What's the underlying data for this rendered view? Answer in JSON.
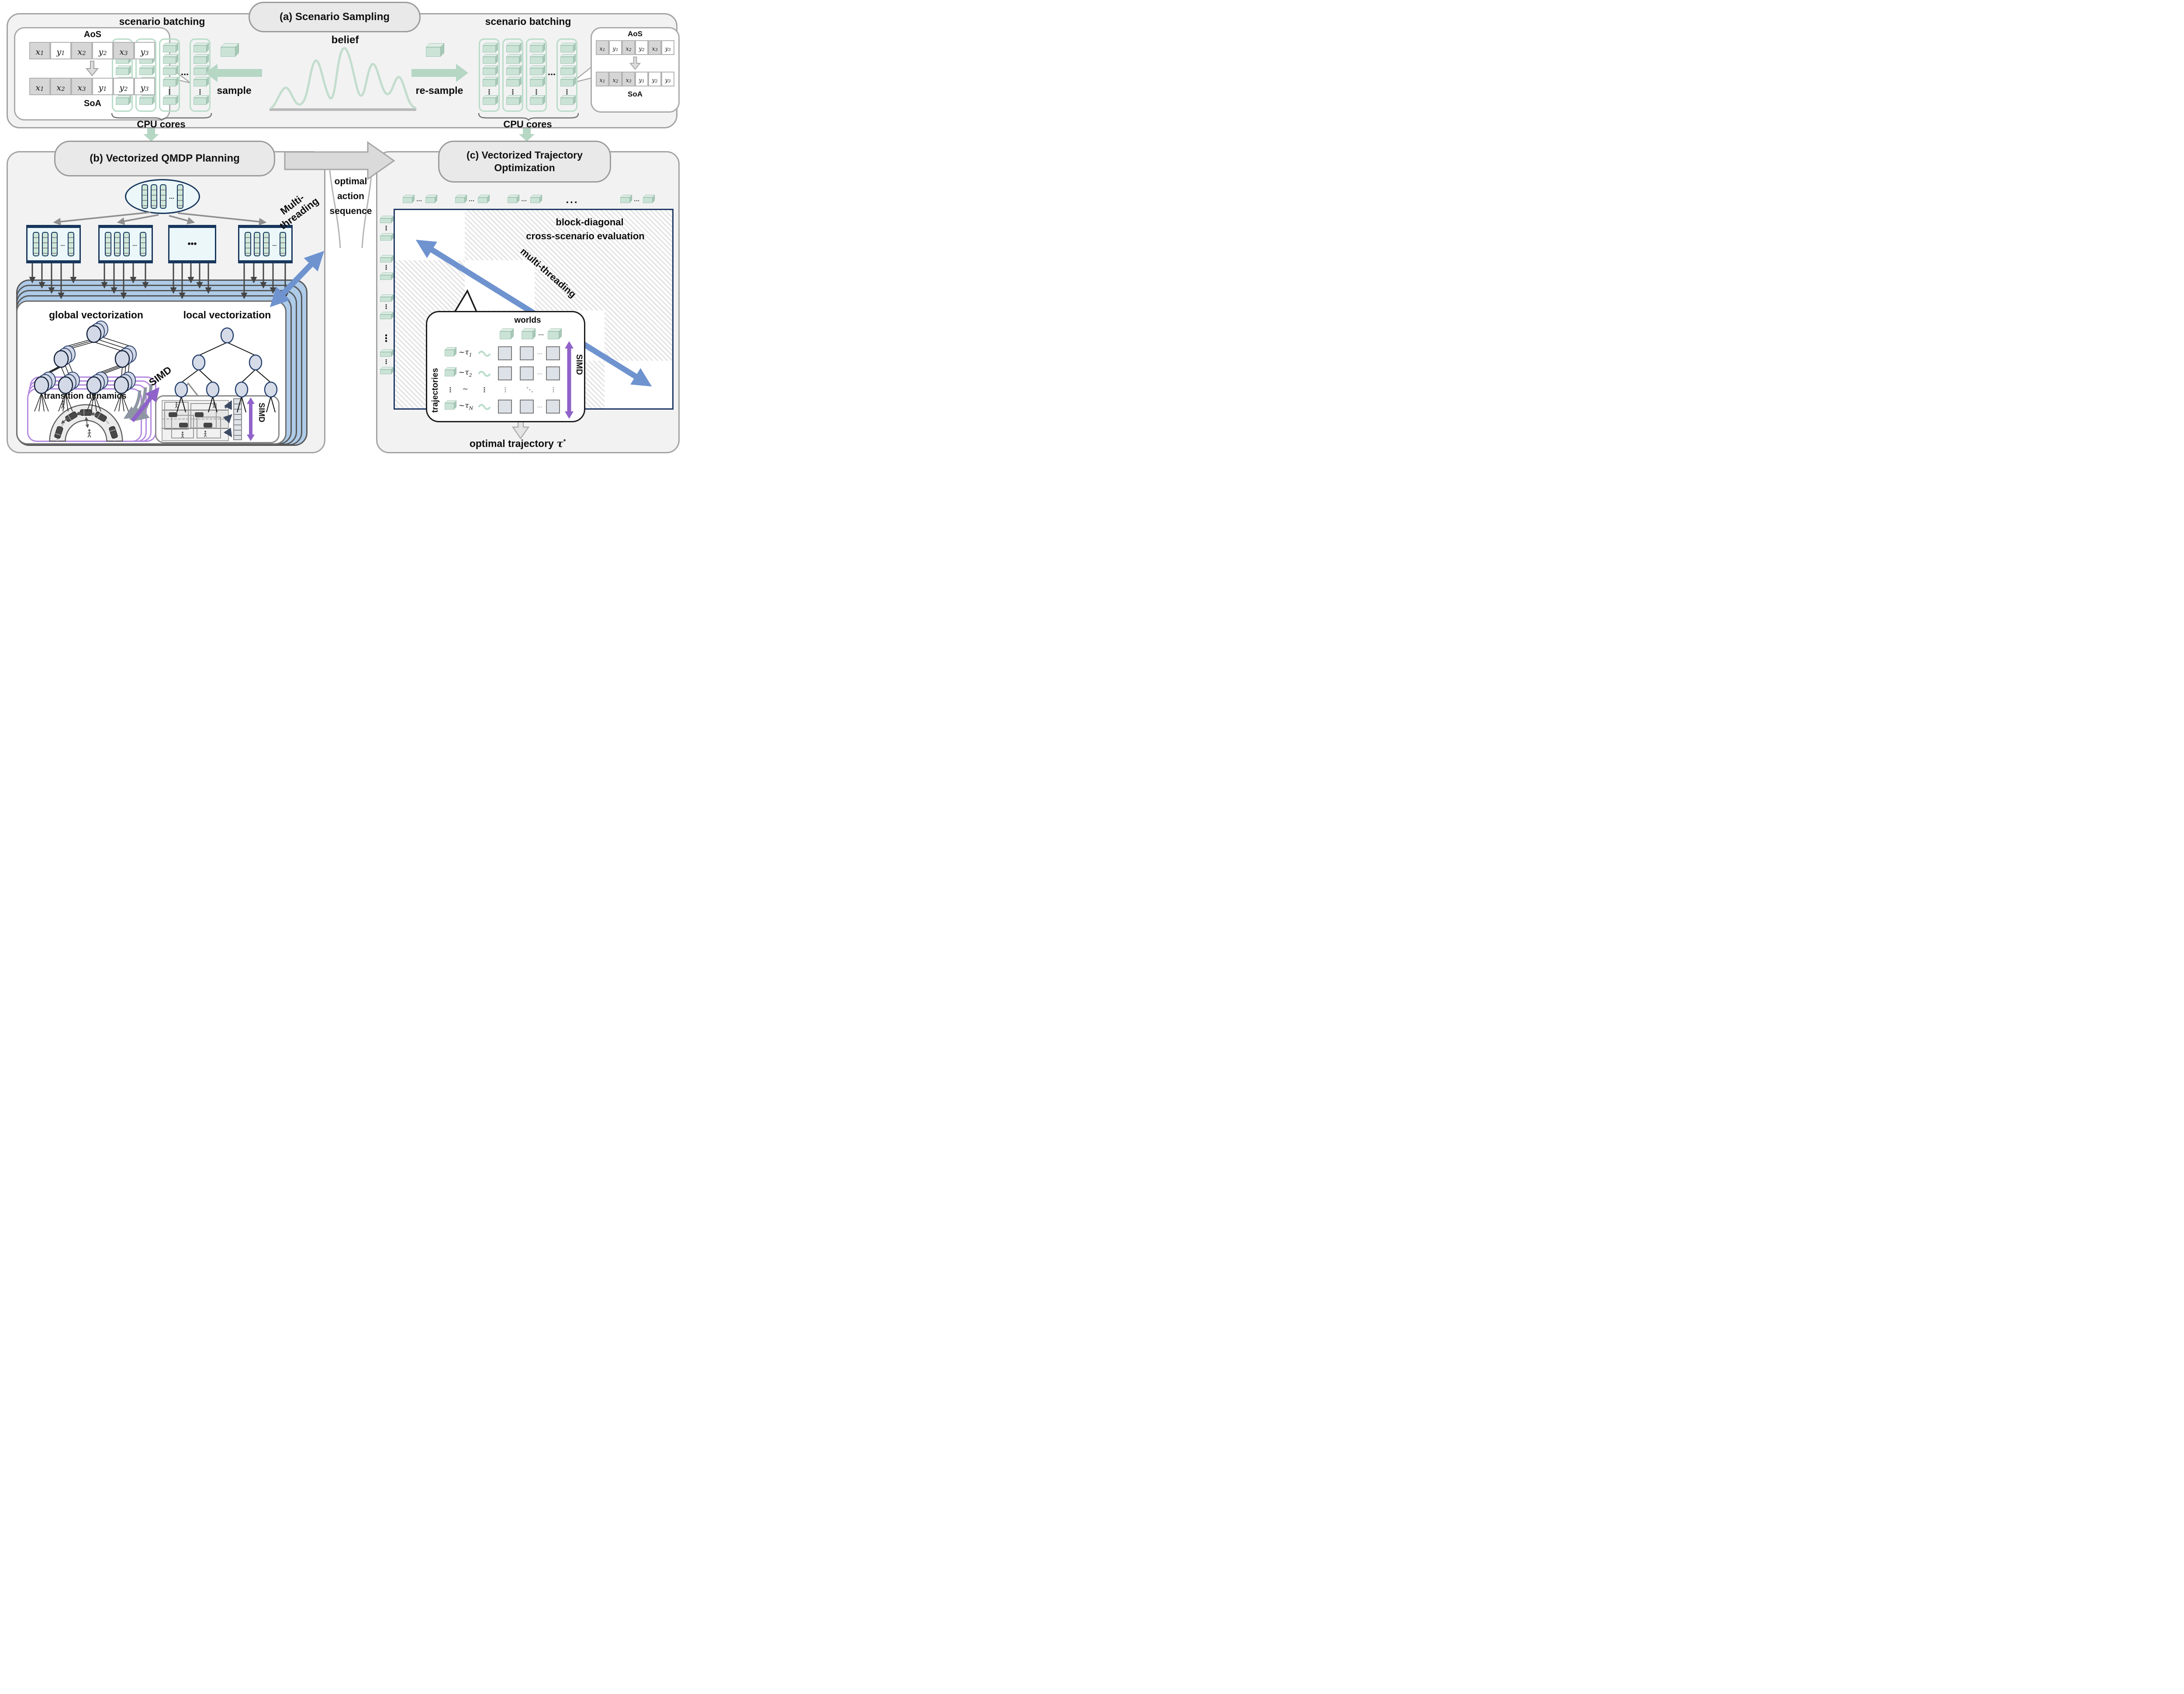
{
  "glyphs": {
    "vdots": "⋮",
    "hdots": "...",
    "middots": "···",
    "ddots": "⋱",
    "boxdots": "•••",
    "tilde": "~",
    "pairdots": "··"
  },
  "colors": {
    "green_cube": "#cfe6d9",
    "green_accent": "#b5d7c4",
    "navy": "#1f3864",
    "blue_band": "#aecbe8",
    "blue_arrow": "#6e93cf",
    "purple_arrow": "#8f63c9",
    "purple_border": "#b48ae0",
    "panel_fill": "#f2f2f3",
    "pill_fill": "#e9e9e9"
  },
  "panel_a": {
    "title": "(a) Scenario Sampling",
    "aos_label": "AoS",
    "soa_label": "SoA",
    "aos_row": [
      {
        "v": "x",
        "s": "1"
      },
      {
        "v": "y",
        "s": "1"
      },
      {
        "v": "x",
        "s": "2"
      },
      {
        "v": "y",
        "s": "2"
      },
      {
        "v": "x",
        "s": "3"
      },
      {
        "v": "y",
        "s": "3"
      }
    ],
    "soa_row": [
      {
        "v": "x",
        "s": "1"
      },
      {
        "v": "x",
        "s": "2"
      },
      {
        "v": "x",
        "s": "3"
      },
      {
        "v": "y",
        "s": "1"
      },
      {
        "v": "y",
        "s": "2"
      },
      {
        "v": "y",
        "s": "3"
      }
    ],
    "batching_label": "scenario batching",
    "cpu_label": "CPU cores",
    "sample_label": "sample",
    "resample_label": "re-sample",
    "belief_label": "belief"
  },
  "connector": {
    "line1": "optimal",
    "line2": "action",
    "line3": "sequence"
  },
  "panel_b": {
    "title": "(b) Vectorized QMDP Planning",
    "mt_line1": "Multi-",
    "mt_line2": "threading",
    "global_label": "global vectorization",
    "local_label": "local vectorization",
    "transition_label": "transition dynamics",
    "simd": "SIMD"
  },
  "panel_c": {
    "title_line1": "(c) Vectorized Trajectory",
    "title_line2": "Optimization",
    "bd_line1": "block-diagonal",
    "bd_line2": "cross-scenario evaluation",
    "mt_label": "multi-threading",
    "worlds_label": "worlds",
    "traj_label": "trajectories",
    "simd": "SIMD",
    "rows": [
      {
        "sym": "τ",
        "sub": "1"
      },
      {
        "sym": "τ",
        "sub": "2"
      },
      {
        "sym": "τ",
        "sub": "N"
      }
    ],
    "optimal_label": "optimal trajectory",
    "tau": "τ",
    "star": "*"
  }
}
